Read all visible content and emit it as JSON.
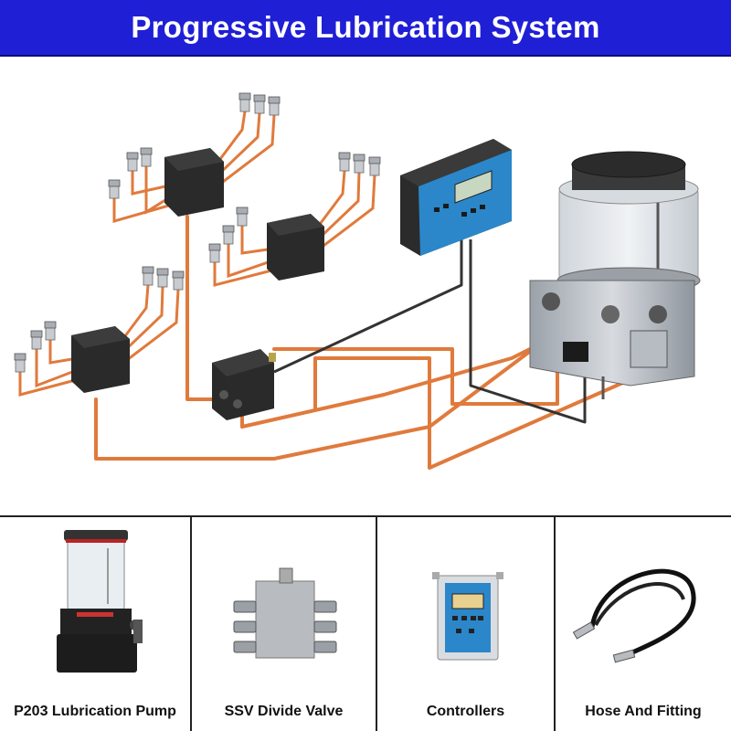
{
  "title": "Progressive Lubrication System",
  "colors": {
    "title_bar": "#1f1fd6",
    "tubing": "#e07a3c",
    "block": "#2a2a2a",
    "controller": "#2b87c9",
    "cable": "#333333"
  },
  "products": [
    {
      "label": "P203 Lubrication Pump",
      "icon": "pump-icon"
    },
    {
      "label": "SSV Divide Valve",
      "icon": "divider-valve-icon"
    },
    {
      "label": "Controllers",
      "icon": "controller-icon"
    },
    {
      "label": "Hose And Fitting",
      "icon": "hose-icon"
    }
  ]
}
